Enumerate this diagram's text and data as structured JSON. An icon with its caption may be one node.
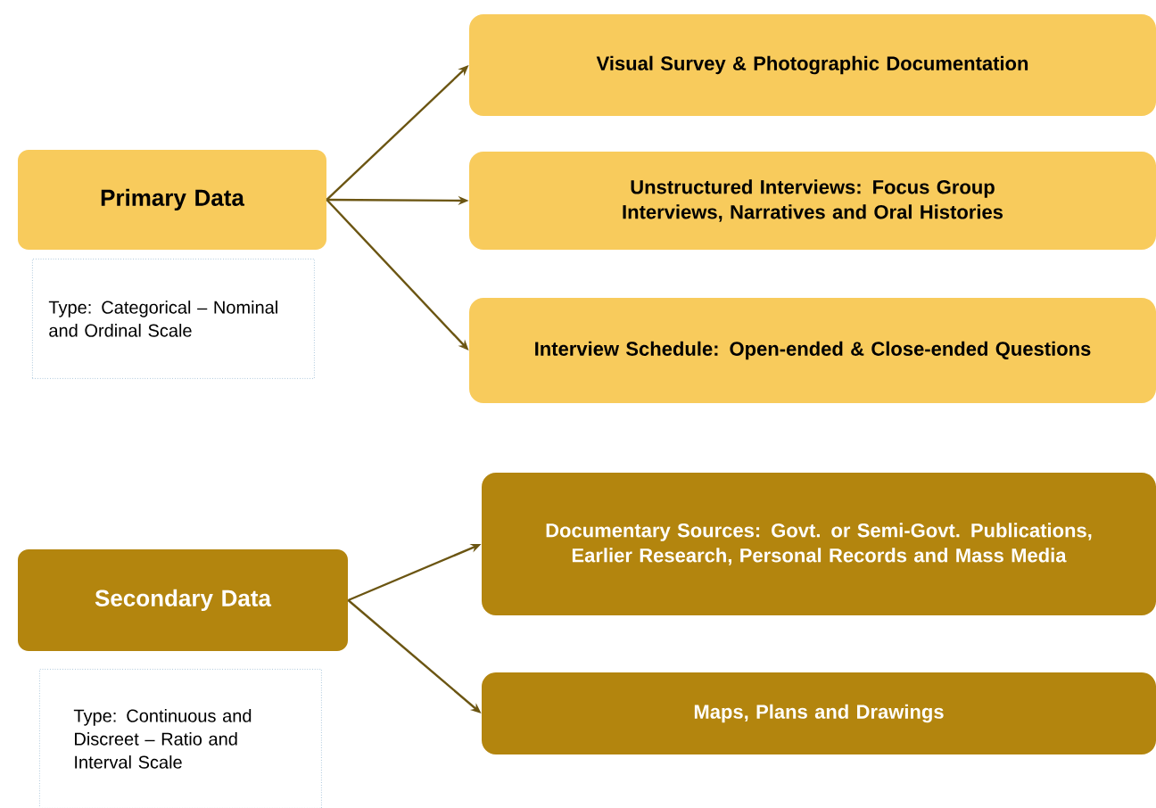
{
  "diagram": {
    "nodes": [
      {
        "text": [
          "Primary Data"
        ]
      },
      {
        "text": [
          "Type: Categorical – Nominal and Ordinal Scale"
        ]
      },
      {
        "text": [
          "Visual Survey & Photographic Documentation"
        ]
      },
      {
        "text": [
          "Unstructured Interviews: Focus Group Interviews, Narratives and Oral Histories"
        ]
      },
      {
        "text": [
          "Interview Schedule: Open-ended & Close-ended Questions"
        ]
      },
      {
        "text": [
          "Secondary Data"
        ]
      },
      {
        "text": [
          "Type: Continuous and Discreet – Ratio and Interval Scale"
        ]
      },
      {
        "text": [
          "Documentary Sources: Govt. or Semi-Govt. Publications, Earlier Research, Personal Records and Mass Media"
        ]
      },
      {
        "text": [
          "Maps, Plans and Drawings"
        ]
      }
    ],
    "edges": [
      {
        "from": 0,
        "to": 2,
        "arrow": "to"
      },
      {
        "from": 0,
        "to": 3,
        "arrow": "to"
      },
      {
        "from": 0,
        "to": 4,
        "arrow": "to"
      },
      {
        "from": 5,
        "to": 7,
        "arrow": "to"
      },
      {
        "from": 5,
        "to": 8,
        "arrow": "to"
      }
    ]
  }
}
